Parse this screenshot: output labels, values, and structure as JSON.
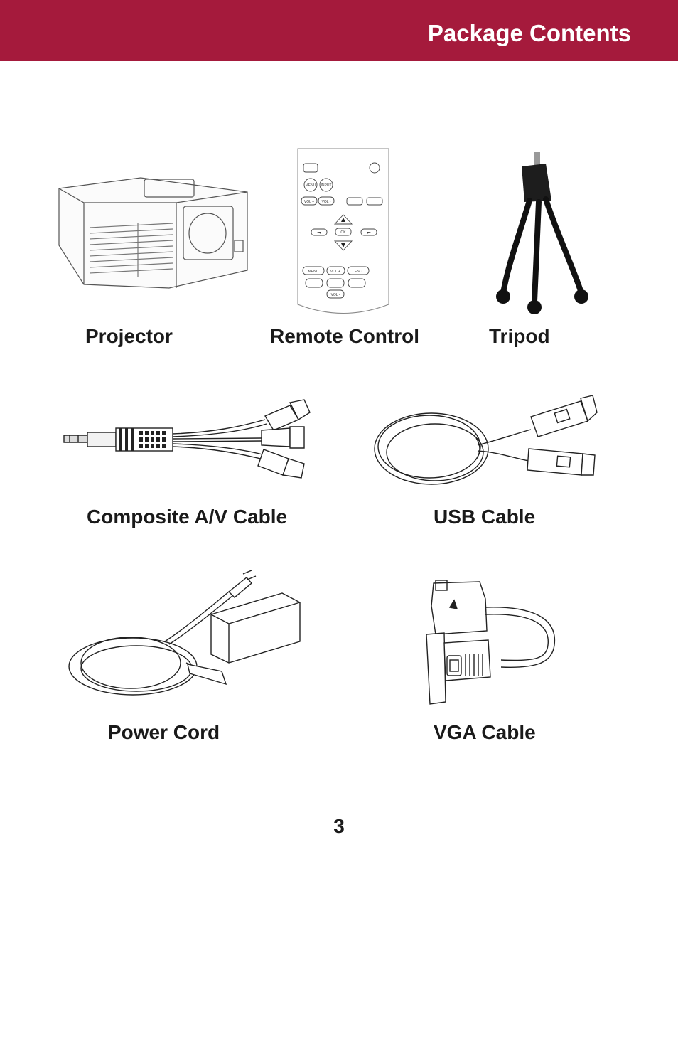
{
  "header": {
    "title": "Package Contents"
  },
  "items": [
    {
      "label": "Projector"
    },
    {
      "label": "Remote Control"
    },
    {
      "label": "Tripod"
    },
    {
      "label": "Composite A/V Cable"
    },
    {
      "label": "USB Cable"
    },
    {
      "label": "Power Cord"
    },
    {
      "label": "VGA Cable"
    }
  ],
  "remote": {
    "buttons": [
      "MENU",
      "INPUT",
      "VOL +",
      "VOL -",
      "OK",
      "MENU",
      "VOL +",
      "ESC",
      "VOL -"
    ]
  },
  "page": {
    "number": "3"
  },
  "colors": {
    "header_bg": "#a51a3c",
    "header_text": "#ffffff"
  }
}
